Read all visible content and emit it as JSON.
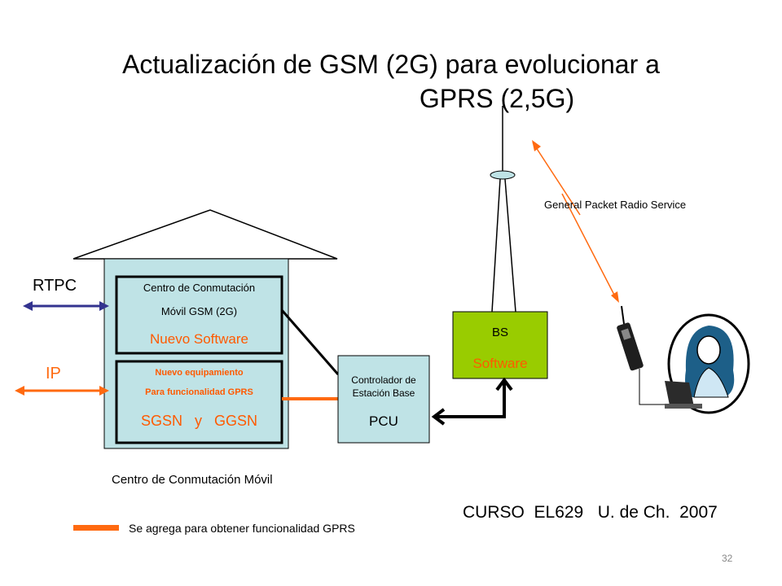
{
  "title": {
    "line1": "Actualización de GSM (2G) para evolucionar a",
    "line2": "GPRS (2,5G)"
  },
  "msc": {
    "line1": "Centro de Conmutación",
    "line2": "Móvil  GSM  (2G)",
    "software": "Nuevo Software"
  },
  "gprs_equipment": {
    "line1": "Nuevo equipamiento",
    "line2": "Para funcionalidad GPRS",
    "nodes": "SGSN   y   GGSN"
  },
  "building_caption": "Centro de Conmutación Móvil",
  "rtpc_label": "RTPC",
  "ip_label": "IP",
  "bsc": {
    "line1": "Controlador de",
    "line2": "Estación Base",
    "unit": "PCU"
  },
  "bs": {
    "label": "BS",
    "software": "Software"
  },
  "radio_label": "General Packet Radio Service",
  "legend_text": "Se agrega para obtener funcionalidad GPRS",
  "course": "CURSO  EL629   U. de Ch.  2007",
  "page_number": "32",
  "colors": {
    "orange": "#ff6a10",
    "blue_line": "#33338f",
    "bs_green": "#99cc00",
    "building_fill": "#bfe3e6",
    "page_number": "#888888"
  },
  "icons": [
    "mobile-phone-icon",
    "user-laptop-icon",
    "antenna-tower-icon"
  ]
}
